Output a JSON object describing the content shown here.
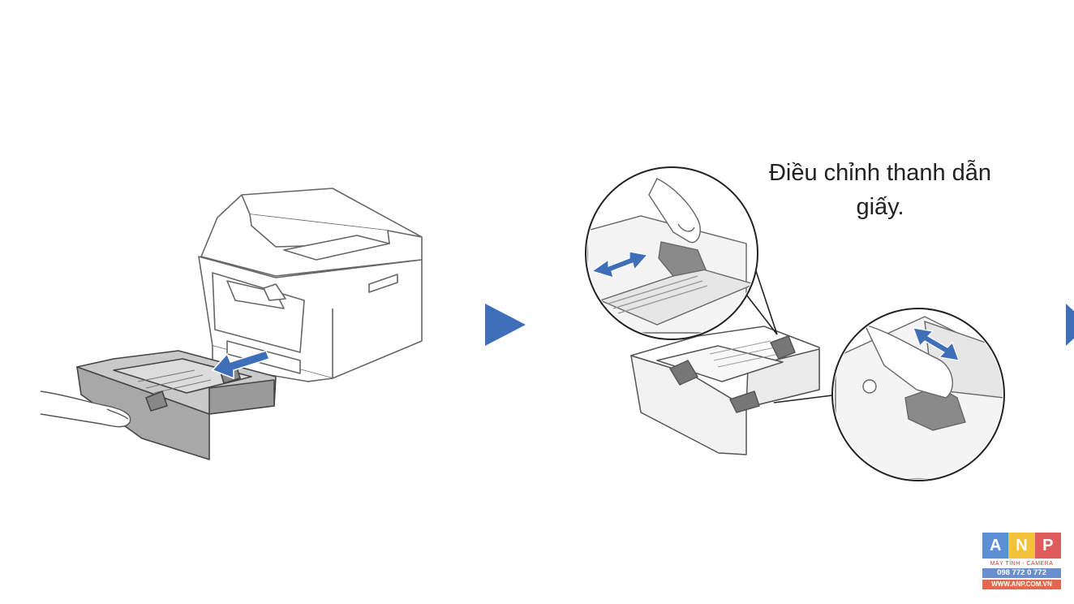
{
  "step2": {
    "caption": "Điều chỉnh thanh dẫn giấy."
  },
  "icons": {
    "next_arrow": "play-triangle-icon",
    "pull_arrow": "arrow-left-icon",
    "adjust_arrow": "double-arrow-icon"
  },
  "colors": {
    "accent": "#3f6fb8",
    "tray": "#a8a8a8",
    "outline": "#555555"
  },
  "logo": {
    "letters": [
      "A",
      "N",
      "P"
    ],
    "letter_colors": [
      "#5b8fd6",
      "#f3c23a",
      "#e05b5b"
    ],
    "tagline": "MÁY TÍNH - CAMERA",
    "phone": "098 772 0 772",
    "website": "WWW.ANP.COM.VN"
  }
}
